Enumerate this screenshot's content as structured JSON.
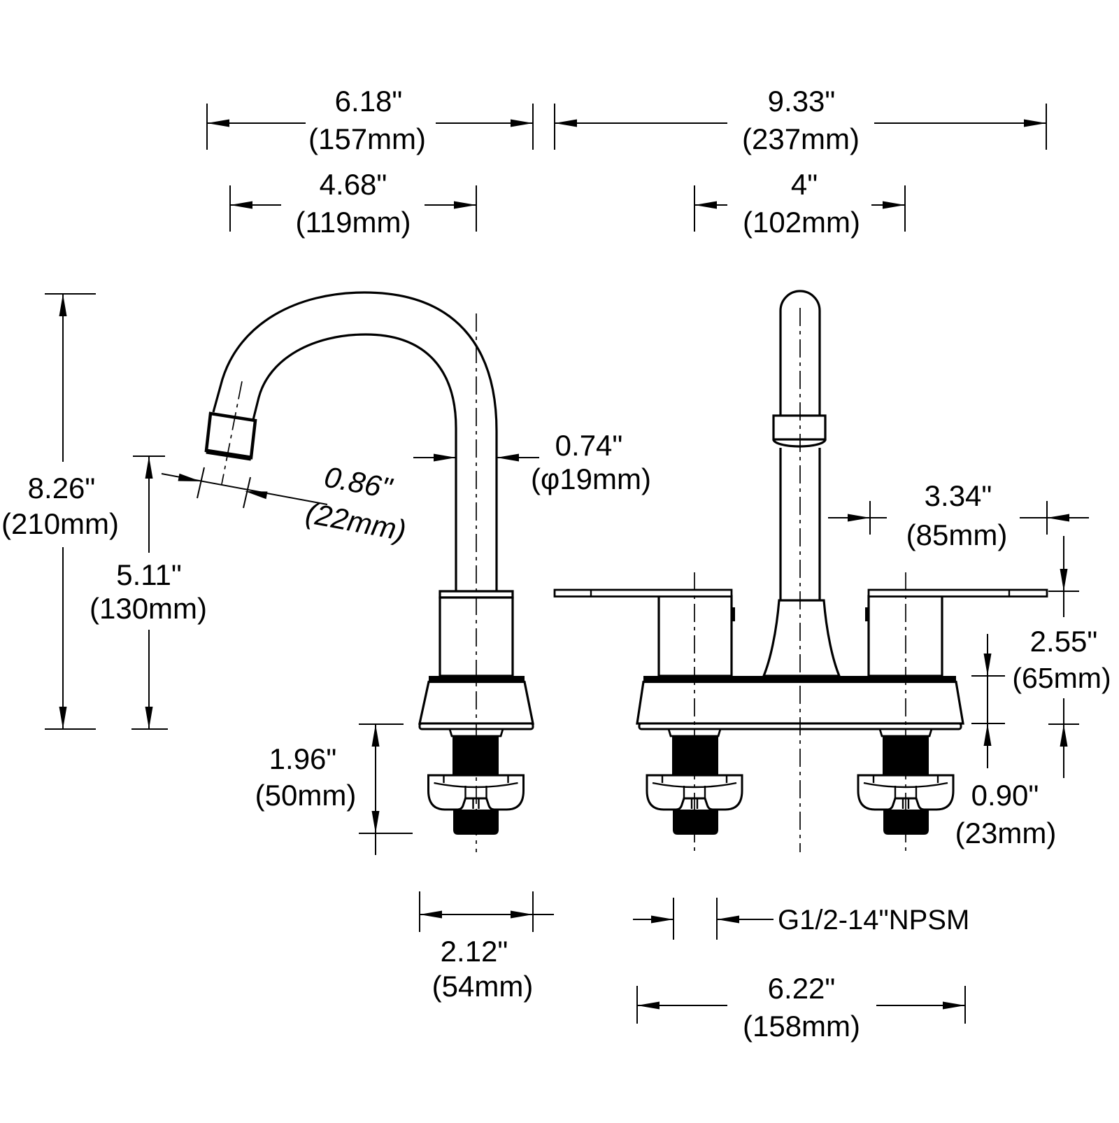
{
  "dims": {
    "d618": {
      "in": "6.18\"",
      "mm": "(157mm)"
    },
    "d468": {
      "in": "4.68\"",
      "mm": "(119mm)"
    },
    "d933": {
      "in": "9.33\"",
      "mm": "(237mm)"
    },
    "d4": {
      "in": "4\"",
      "mm": "(102mm)"
    },
    "d826": {
      "in": "8.26\"",
      "mm": "(210mm)"
    },
    "d511": {
      "in": "5.11\"",
      "mm": "(130mm)"
    },
    "d086": {
      "in": "0.86\"",
      "mm": "(22mm)"
    },
    "d074": {
      "in": "0.74\"",
      "mm": "(φ19mm)"
    },
    "d334": {
      "in": "3.34\"",
      "mm": "(85mm)"
    },
    "d255": {
      "in": "2.55\"",
      "mm": "(65mm)"
    },
    "d090": {
      "in": "0.90\"",
      "mm": "(23mm)"
    },
    "d196": {
      "in": "1.96\"",
      "mm": "(50mm)"
    },
    "d212": {
      "in": "2.12\"",
      "mm": "(54mm)"
    },
    "d622": {
      "in": "6.22\"",
      "mm": "(158mm)"
    },
    "thread": "G1/2-14\"NPSM"
  }
}
